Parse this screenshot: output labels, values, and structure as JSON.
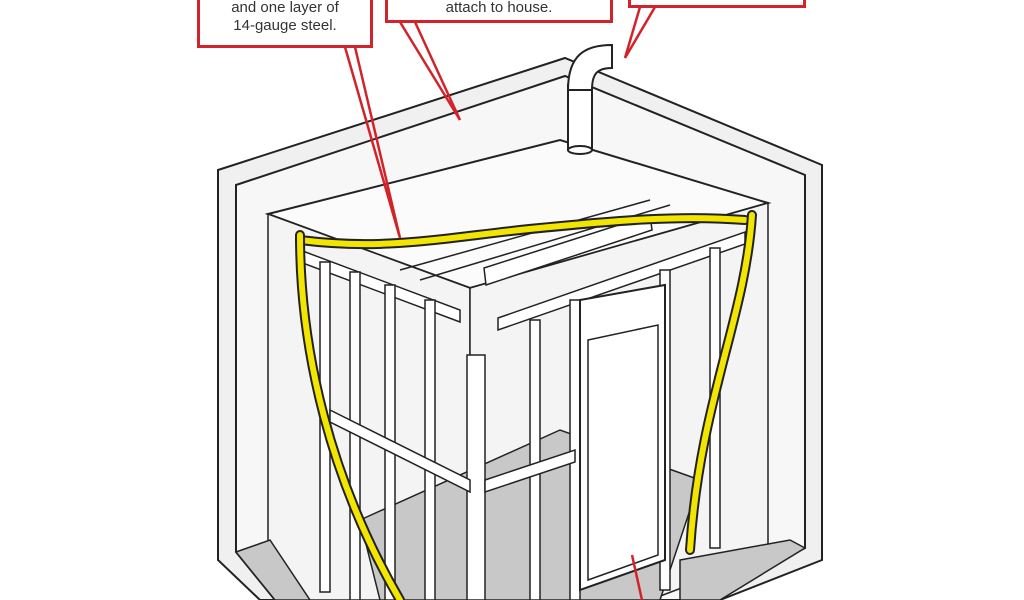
{
  "callouts": [
    {
      "lines": [
        "and one layer of",
        "14-gauge steel."
      ]
    },
    {
      "lines": [
        "attach to house."
      ]
    },
    {
      "lines": [
        ""
      ]
    }
  ],
  "colors": {
    "callout_border": "#d2232a",
    "insulation": "#f2e500",
    "floor": "#c8c8c8"
  }
}
